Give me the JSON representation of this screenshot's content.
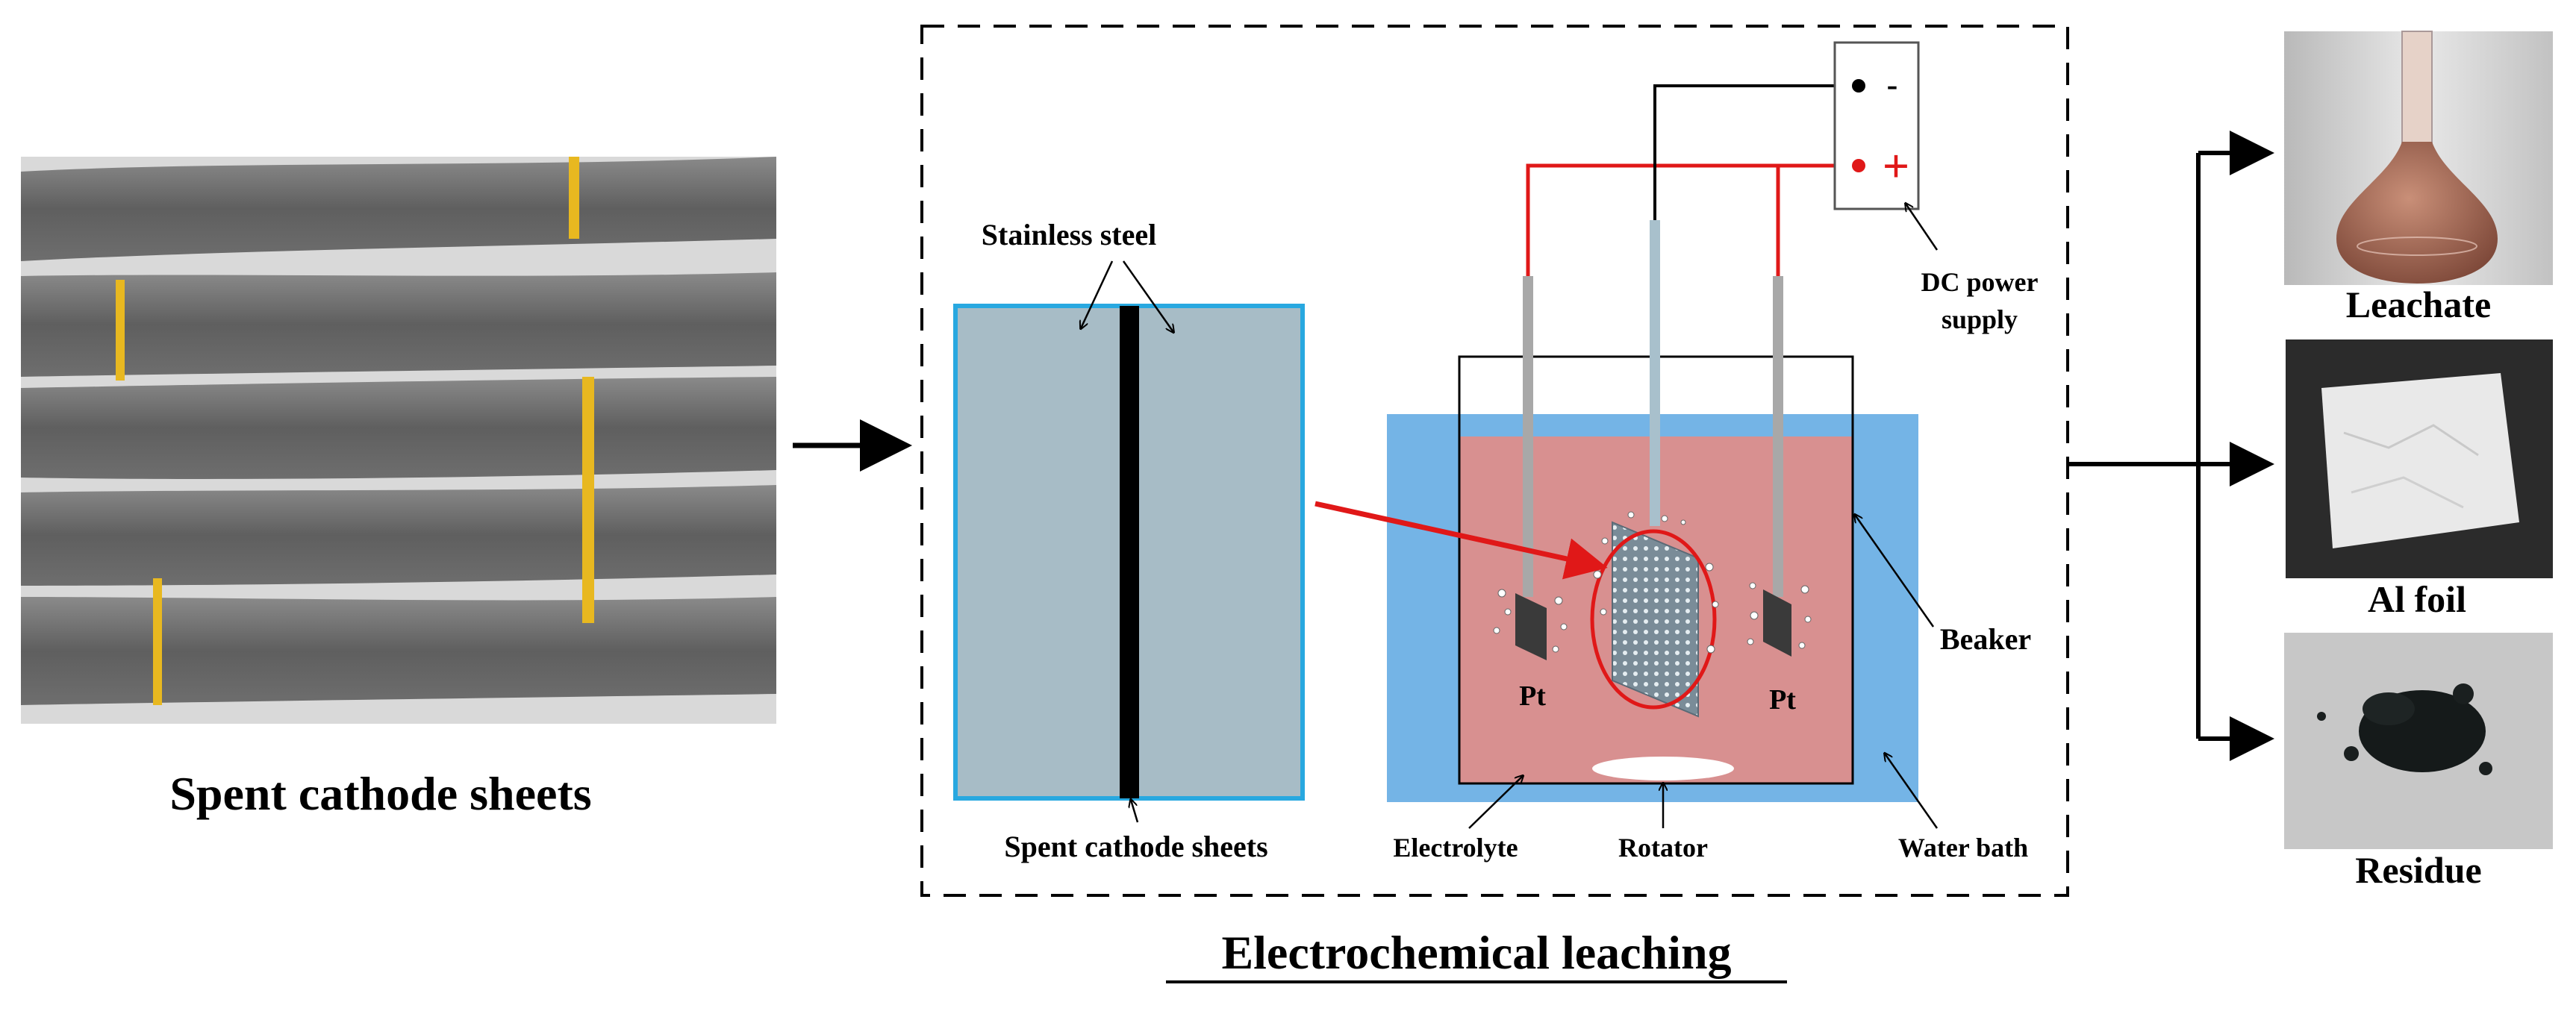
{
  "labels": {
    "left_caption": "Spent cathode sheets",
    "stainless_steel": "Stainless steel",
    "spent_cathode_sheets": "Spent cathode sheets",
    "pt_left": "Pt",
    "pt_right": "Pt",
    "electrolyte": "Electrolyte",
    "rotator": "Rotator",
    "water_bath": "Water bath",
    "beaker": "Beaker",
    "dc_power_line1": "DC power",
    "dc_power_line2": "supply",
    "minus": "-",
    "plus": "+",
    "process_title": "Electrochemical leaching",
    "leachate": "Leachate",
    "al_foil": "Al foil",
    "residue": "Residue"
  },
  "colors": {
    "water_bath": "#74b4e6",
    "electrolyte": "#d89090",
    "sample_panel": "#a7bcc6",
    "panel_border": "#28a8e0",
    "wire_red": "#e01818",
    "wire_black": "#000000",
    "electrode_gray": "#a8a8a8",
    "center_rod": "#a8c0cc"
  },
  "icons": {
    "photo_cathode": "photo-spent-cathode-sheets",
    "photo_leachate": "photo-leachate-flask",
    "photo_al_foil": "photo-al-foil",
    "photo_residue": "photo-black-residue"
  }
}
